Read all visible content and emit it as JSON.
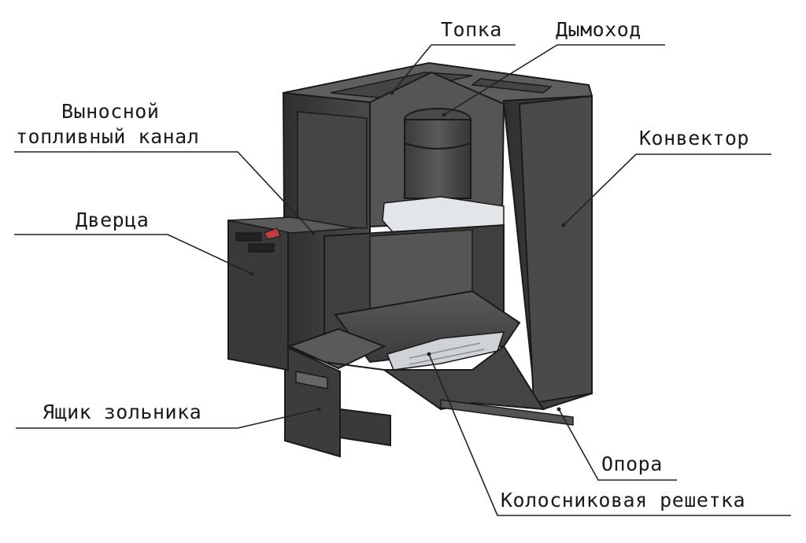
{
  "labels": {
    "firebox": "Топка",
    "chimney": "Дымоход",
    "fuel_channel_line1": "Выносной",
    "fuel_channel_line2": "топливный канал",
    "convector": "Конвектор",
    "door": "Дверца",
    "ash_drawer": "Ящик зольника",
    "support": "Опора",
    "grate": "Колосниковая решетка"
  },
  "colors": {
    "metal_dark": "#3a3a3a",
    "metal_mid": "#4d4d4d",
    "metal_light": "#6a6a6a",
    "grate": "#cfd3d8",
    "inner_light": "#e4e6ea",
    "outline": "#1a1a1a",
    "leader_line": "#222222"
  }
}
